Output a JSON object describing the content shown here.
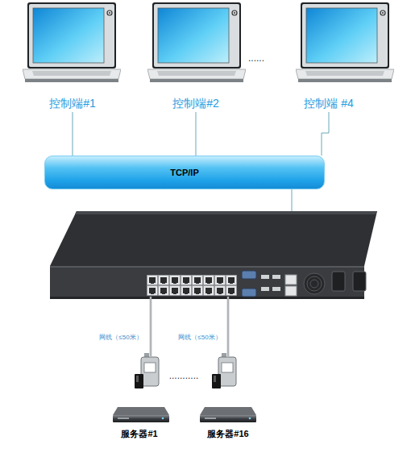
{
  "diagram": {
    "nodes": [
      {
        "text": [
          "控制端#1"
        ]
      },
      {
        "text": [
          "控制端#2"
        ]
      },
      {
        "text": [
          "控制端 #4"
        ]
      },
      {
        "text": [
          "TCP/IP"
        ]
      },
      {
        "text": [
          "服务器#1"
        ]
      },
      {
        "text": [
          "服务器#16"
        ]
      }
    ],
    "edges": [
      {
        "from": 0,
        "to": 3,
        "arrow": "none"
      },
      {
        "from": 1,
        "to": 3,
        "arrow": "none"
      },
      {
        "from": 2,
        "to": 3,
        "arrow": "none"
      }
    ],
    "labels": [
      "......",
      "网线（≤50米）",
      "网线（≤50米）",
      "..........."
    ]
  }
}
